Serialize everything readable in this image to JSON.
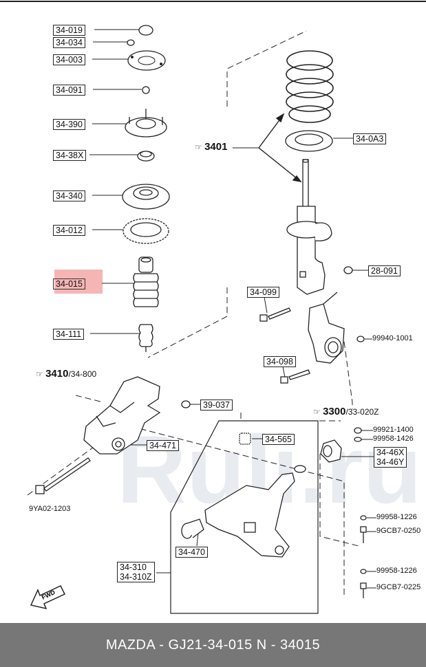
{
  "labels": {
    "p34_019": "34-019",
    "p34_034": "34-034",
    "p34_003": "34-003",
    "p34_091": "34-091",
    "p34_390": "34-390",
    "p34_38X": "34-38X",
    "p34_340": "34-340",
    "p34_012": "34-012",
    "p34_015": "34-015",
    "p34_111": "34-111",
    "p34_0A3": "34-0A3",
    "p28_091": "28-091",
    "p34_099": "34-099",
    "p34_098": "34-098",
    "p39_037": "39-037",
    "p34_471": "34-471",
    "p34_565": "34-565",
    "p34_46X": "34-46X",
    "p34_46Y": "34-46Y",
    "p34_470": "34-470",
    "p34_310": "34-310",
    "p34_310Z": "34-310Z"
  },
  "plain_labels": {
    "p99940_1001": "99940-1001",
    "p99921_1400": "99921-1400",
    "p99958_1426": "99958-1426",
    "p99958_1226a": "99958-1226",
    "p9GCB7_0250": "9GCB7-0250",
    "p99958_1226b": "99958-1226",
    "p9GCB7_0225": "9GCB7-0225",
    "p9YA02_1203": "9YA02-1203"
  },
  "refs": {
    "r3401": "3401",
    "r3410": "3410",
    "r3410_sub": "/34-800",
    "r3300": "3300",
    "r3300_sub": "/33-020Z"
  },
  "fwd": "FWD",
  "watermark": "Ruli.ru",
  "footer": "MAZDA - GJ21-34-015     N - 34015",
  "colors": {
    "highlight": "#f3a8a8",
    "footer_bg": "#777777",
    "footer_text": "#ffffff"
  }
}
